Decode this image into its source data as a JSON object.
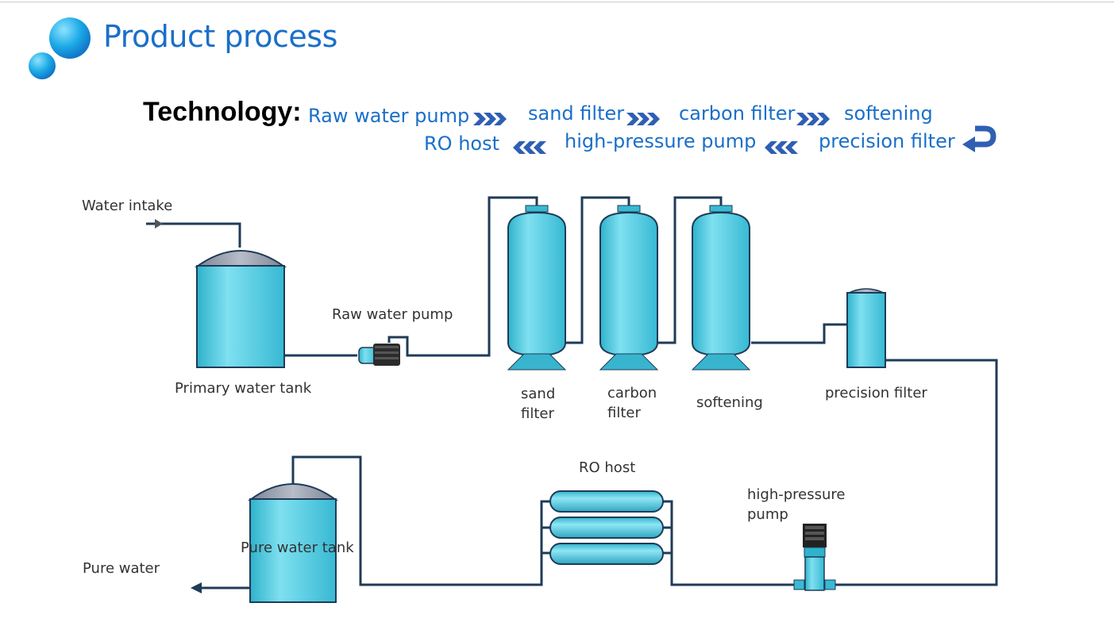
{
  "header": {
    "title": "Product process"
  },
  "technology": {
    "label": "Technology:",
    "row1": [
      "Raw water pump",
      "sand filter",
      "carbon filter",
      "softening"
    ],
    "row2": [
      "RO host",
      "high-pressure pump",
      "precision filter"
    ]
  },
  "diagram": {
    "water_intake": "Water intake",
    "raw_water_pump": "Raw water pump",
    "primary_water_tank": "Primary water tank",
    "sand_filter_line1": "sand",
    "sand_filter_line2": "filter",
    "carbon_filter_line1": "carbon",
    "carbon_filter_line2": "filter",
    "softening": "softening",
    "precision_filter": "precision filter",
    "ro_host": "RO host",
    "high_pressure_pump_line1": "high-pressure",
    "high_pressure_pump_line2": "pump",
    "pure_water_tank": "Pure water tank",
    "pure_water": "Pure water"
  },
  "colors": {
    "accent_blue": "#1a6fc9",
    "tank_cyan": "#4fc8de",
    "pipe": "#1f3b57"
  }
}
